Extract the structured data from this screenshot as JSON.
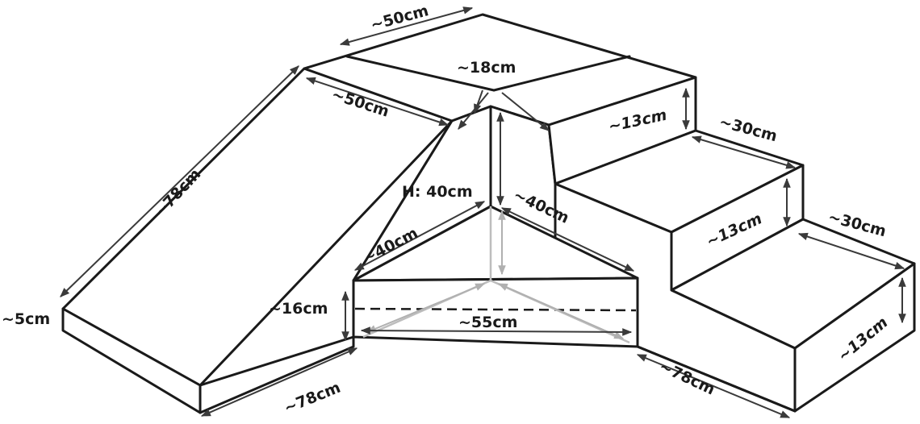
{
  "colors": {
    "line": "#1a1a1a",
    "ghost": "#bdbdbd",
    "background": "#ffffff"
  },
  "dimensions": {
    "top_width": "~50cm",
    "top_depth": "~50cm",
    "corner_gap": "~18cm",
    "step1_height": "~13cm",
    "step2_depth": "~30cm",
    "step2_height": "~13cm",
    "step3_depth": "~30cm",
    "step3_height": "~13cm",
    "ramp_length": "~78cm",
    "ramp_edge": "~5cm",
    "total_height": "H: 40cm",
    "triangle_left": "~40cm",
    "triangle_right": "~40cm",
    "triangle_height": "~16cm",
    "triangle_base": "~55cm",
    "base_left": "~78cm",
    "base_right": "~78cm"
  }
}
